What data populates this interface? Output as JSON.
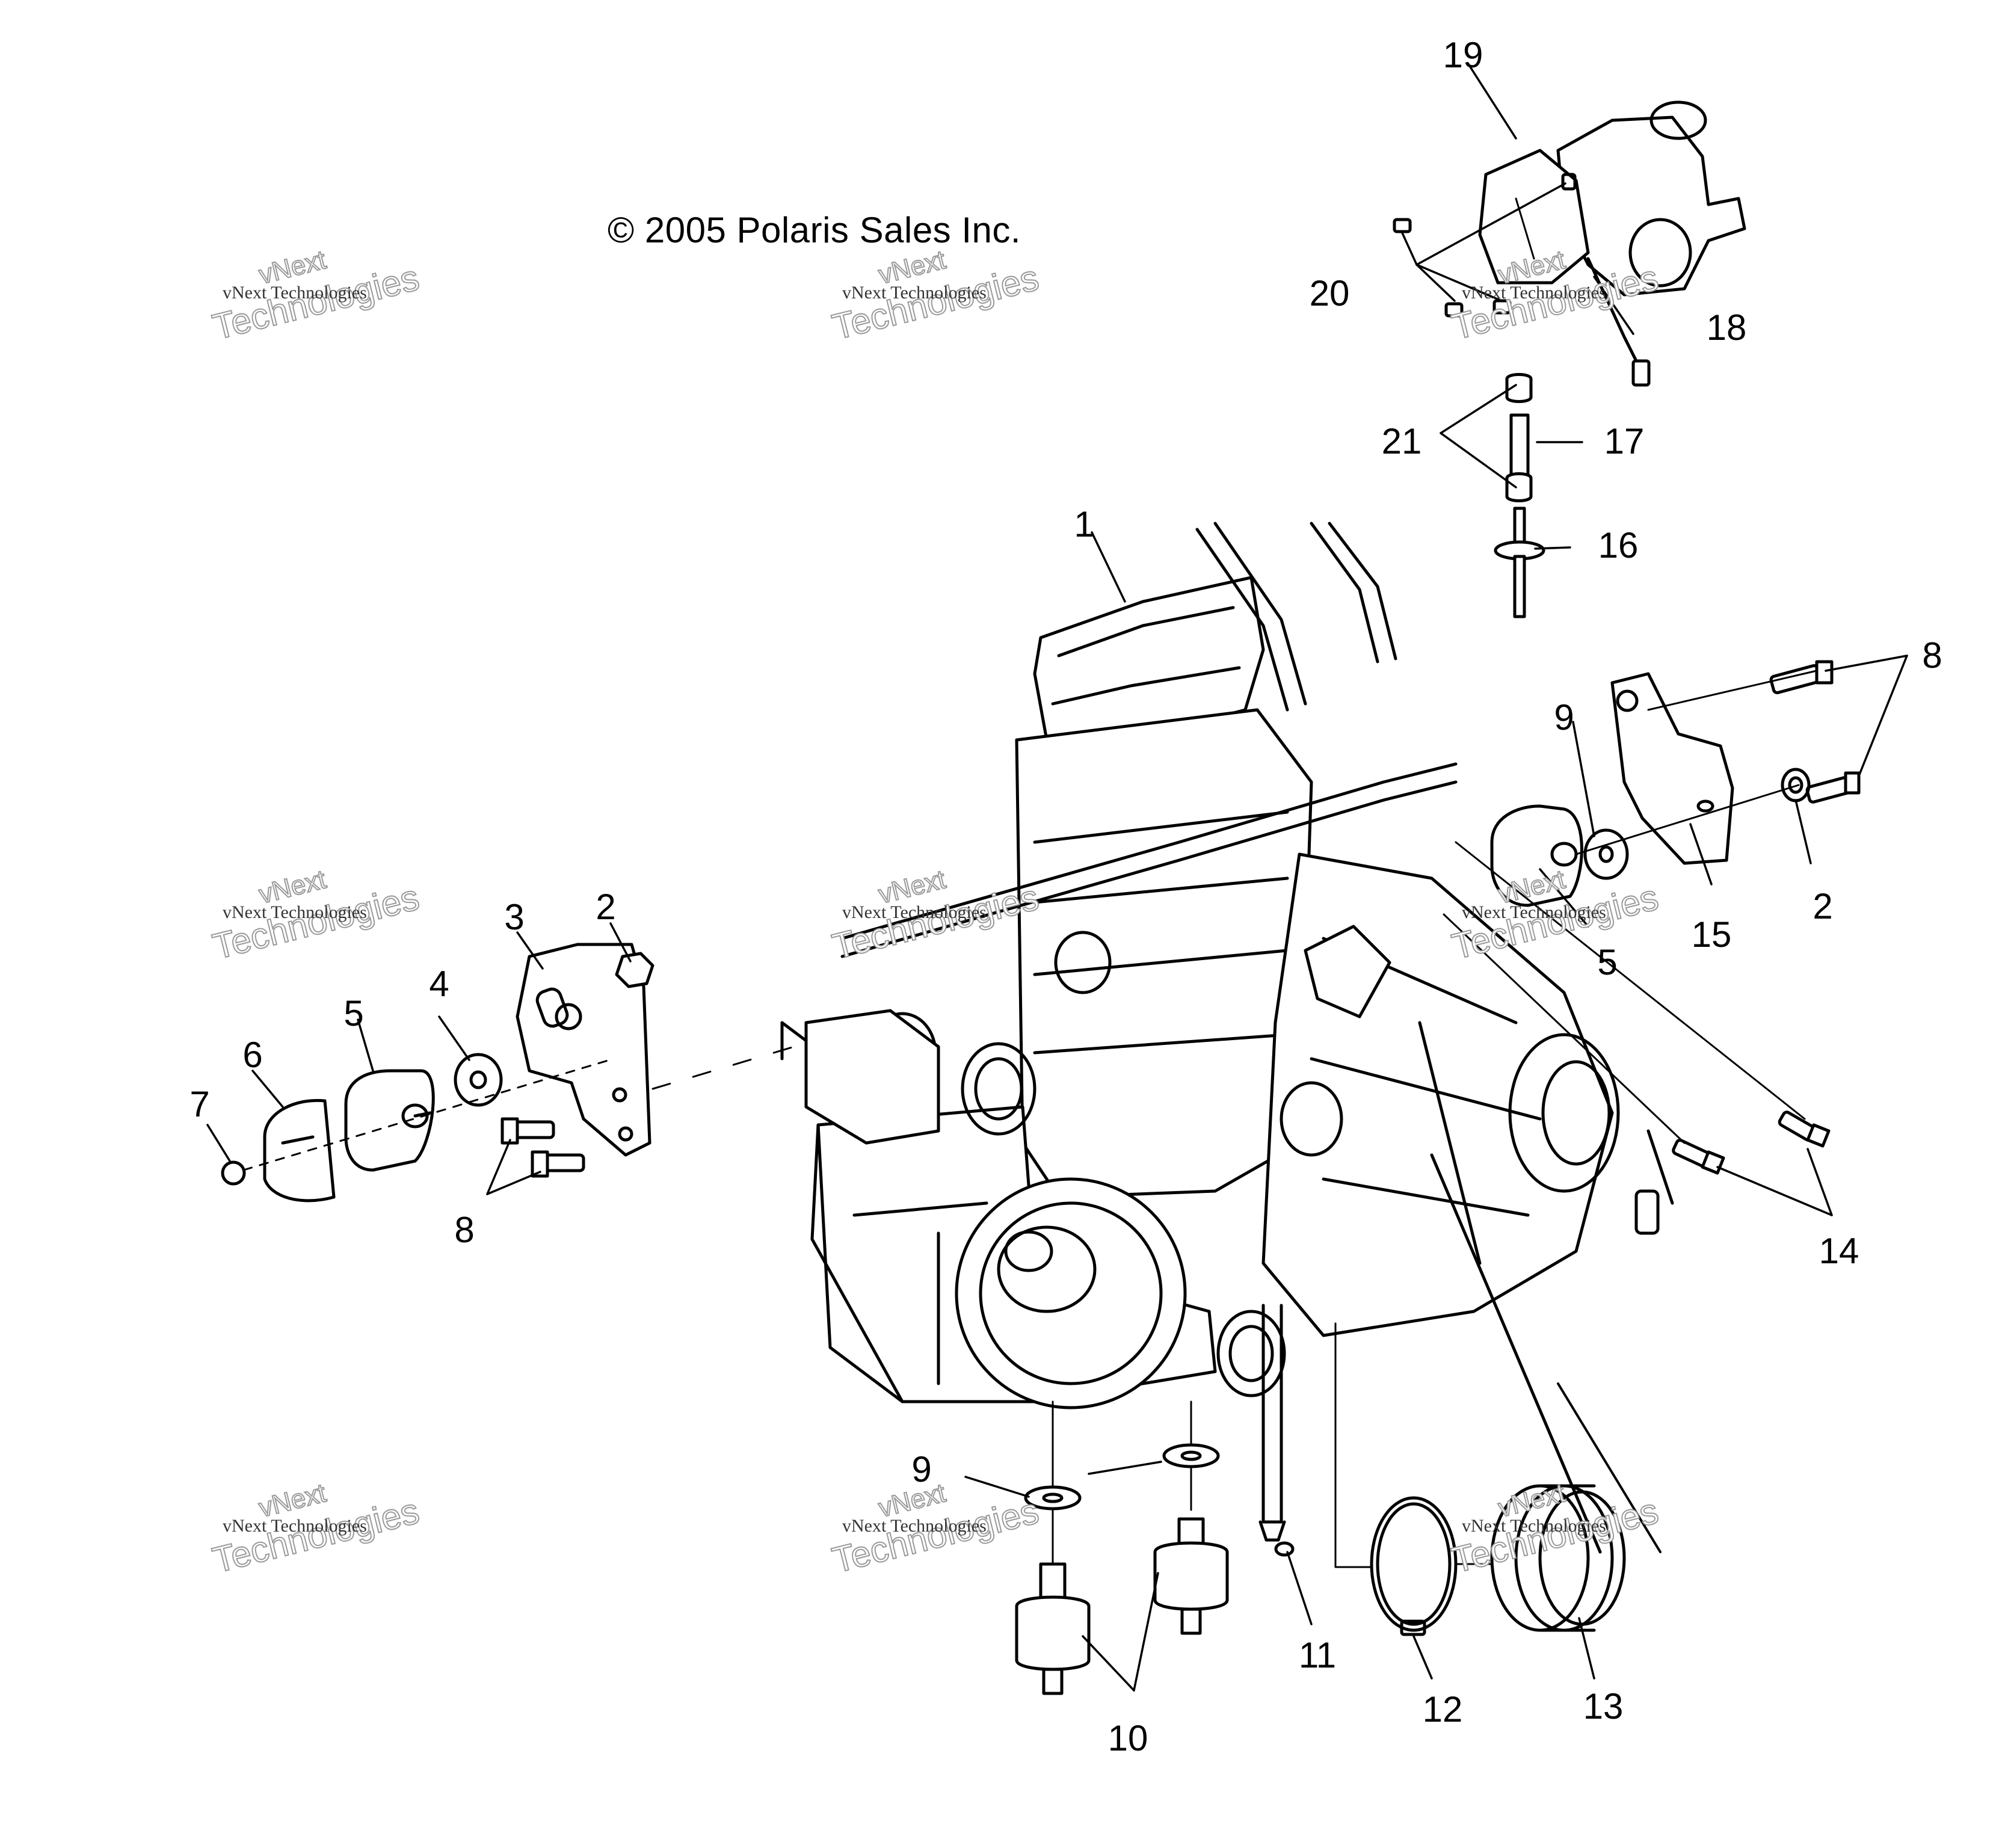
{
  "copyright": "© 2005 Polaris Sales Inc.",
  "watermark": {
    "brand": "vNext",
    "line": "vNext Technologies",
    "word": "Technologies"
  },
  "callouts": {
    "c1": "1",
    "c2a": "2",
    "c2b": "2",
    "c3": "3",
    "c4": "4",
    "c5a": "5",
    "c5b": "5",
    "c6": "6",
    "c7": "7",
    "c8a": "8",
    "c8b": "8",
    "c9a": "9",
    "c9b": "9",
    "c10": "10",
    "c11": "11",
    "c12": "12",
    "c13": "13",
    "c14": "14",
    "c15": "15",
    "c16": "16",
    "c17": "17",
    "c18": "18",
    "c19": "19",
    "c20": "20",
    "c21": "21"
  }
}
